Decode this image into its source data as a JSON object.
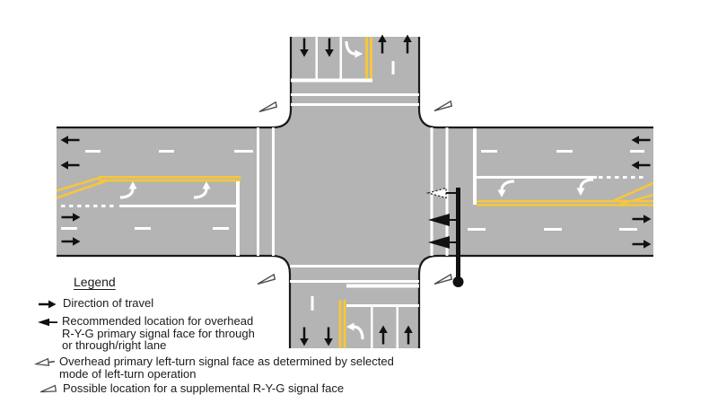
{
  "colors": {
    "road": "#b4b4b4",
    "road_edge": "#1a1a1a",
    "centerline_yellow": "#f6c63c",
    "marking_white": "#ffffff",
    "symbol_black": "#111111",
    "outline_gray": "#4d4d4d"
  },
  "legend": {
    "title": "Legend",
    "items": [
      {
        "icon": "direction-of-travel-arrow-icon",
        "label": "Direction of travel"
      },
      {
        "icon": "solid-signal-face-triangle-icon",
        "label": "Recommended location for overhead\nR-Y-G primary signal face for through\nor through/right lane"
      },
      {
        "icon": "outlined-signal-face-triangle-tail-icon",
        "label": "Overhead primary left-turn signal face as determined by selected\nmode of left-turn operation"
      },
      {
        "icon": "outlined-signal-face-triangle-icon",
        "label": "Possible location for a supplemental R-Y-G signal face"
      }
    ]
  }
}
